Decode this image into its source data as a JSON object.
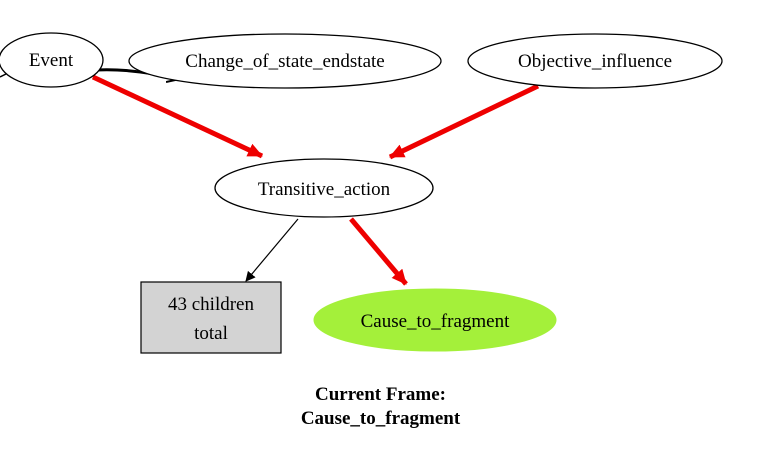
{
  "nodes": {
    "event": "Event",
    "change_of_state": "Change_of_state_endstate",
    "objective_influence": "Objective_influence",
    "transitive_action": "Transitive_action",
    "children_line1": "43 children",
    "children_line2": "total",
    "cause_to_fragment": "Cause_to_fragment"
  },
  "caption": {
    "line1": "Current Frame:",
    "line2": "Cause_to_fragment"
  },
  "colors": {
    "highlight_edge": "#ee0000",
    "current_frame_fill": "#a4f03a",
    "children_box_fill": "#d3d3d3"
  }
}
